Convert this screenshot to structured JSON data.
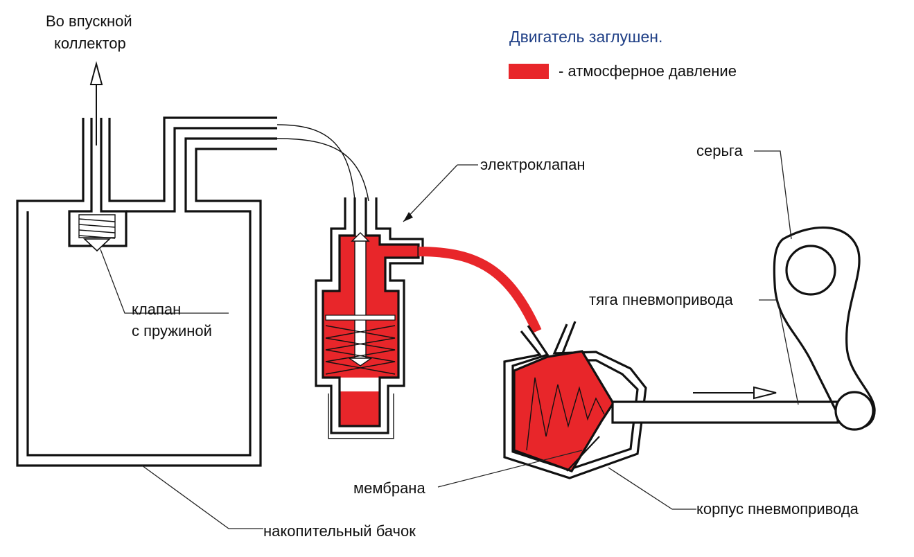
{
  "colors": {
    "pressure": "#e8262a",
    "line": "#111111",
    "title": "#1f3f86"
  },
  "title": "Двигатель заглушен.",
  "legend": {
    "text": "- атмосферное давление"
  },
  "labels": {
    "intake_line1": "Во впускной",
    "intake_line2": "коллектор",
    "valve_line1": "клапан",
    "valve_line2": "с пружиной",
    "tank": "накопительный бачок",
    "solenoid": "электроклапан",
    "membrane": "мембрана",
    "housing": "корпус пневмопривода",
    "earring": "серьга",
    "rod": "тяга пневмопривода"
  }
}
